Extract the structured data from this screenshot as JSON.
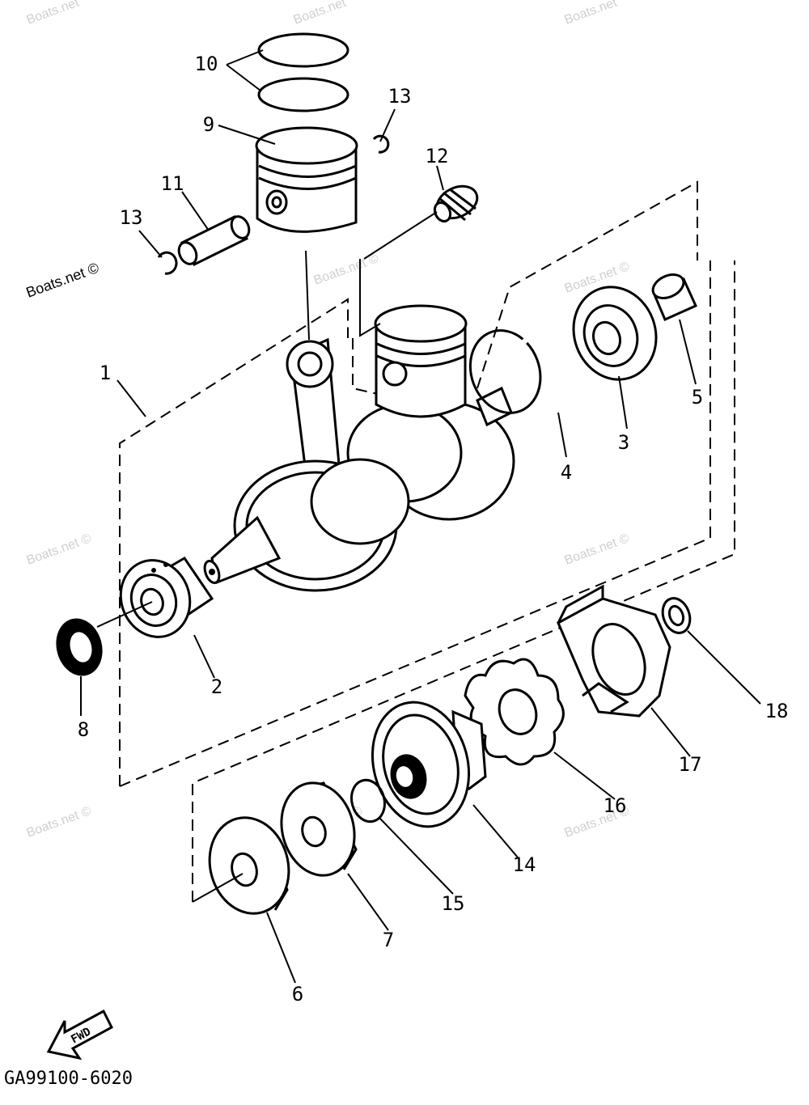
{
  "diagram": {
    "code": "GA99100-6020",
    "fwd_label": "FWD",
    "watermark": "Boats.net",
    "watermark_credit": "Boats.net ©",
    "callouts": [
      {
        "id": "1",
        "label": "1"
      },
      {
        "id": "2",
        "label": "2"
      },
      {
        "id": "3",
        "label": "3"
      },
      {
        "id": "4",
        "label": "4"
      },
      {
        "id": "5",
        "label": "5"
      },
      {
        "id": "6",
        "label": "6"
      },
      {
        "id": "7",
        "label": "7"
      },
      {
        "id": "8",
        "label": "8"
      },
      {
        "id": "9",
        "label": "9"
      },
      {
        "id": "10",
        "label": "10"
      },
      {
        "id": "11",
        "label": "11"
      },
      {
        "id": "12",
        "label": "12"
      },
      {
        "id": "13a",
        "label": "13"
      },
      {
        "id": "13b",
        "label": "13"
      },
      {
        "id": "14",
        "label": "14"
      },
      {
        "id": "15",
        "label": "15"
      },
      {
        "id": "16",
        "label": "16"
      },
      {
        "id": "17",
        "label": "17"
      },
      {
        "id": "18",
        "label": "18"
      }
    ]
  }
}
